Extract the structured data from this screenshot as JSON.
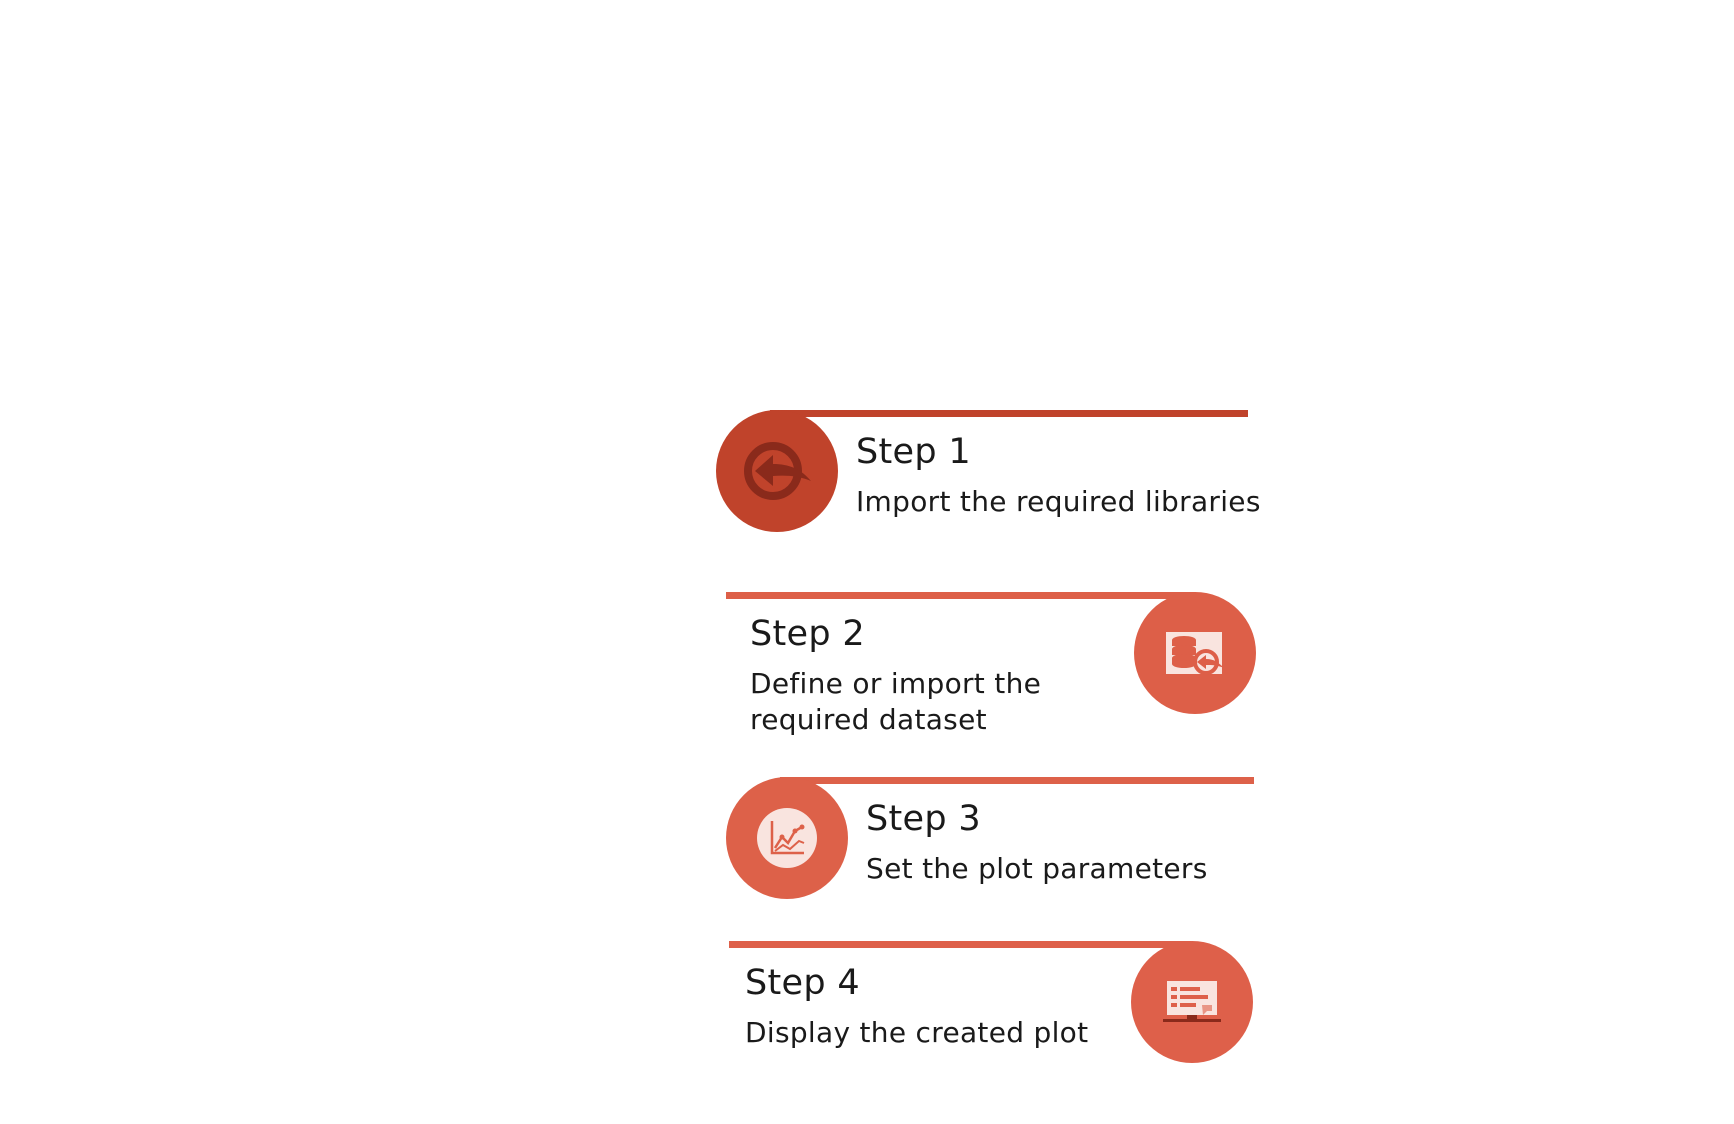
{
  "colors": {
    "step1": "#c0432b",
    "step1_icon": "#8a2a1b",
    "step2": "#dd5f48",
    "step3": "#dd6149",
    "step4": "#de604a",
    "icon_light": "#f9e4df"
  },
  "steps": [
    {
      "title": "Step 1",
      "description": "Import the required libraries",
      "icon": "import-arrow-icon"
    },
    {
      "title": "Step 2",
      "description_lines": [
        "Define or import the",
        "required dataset"
      ],
      "icon": "database-import-icon"
    },
    {
      "title": "Step 3",
      "description": "Set the plot parameters",
      "icon": "line-chart-icon"
    },
    {
      "title": "Step 4",
      "description": "Display the created plot",
      "icon": "monitor-display-icon"
    }
  ]
}
